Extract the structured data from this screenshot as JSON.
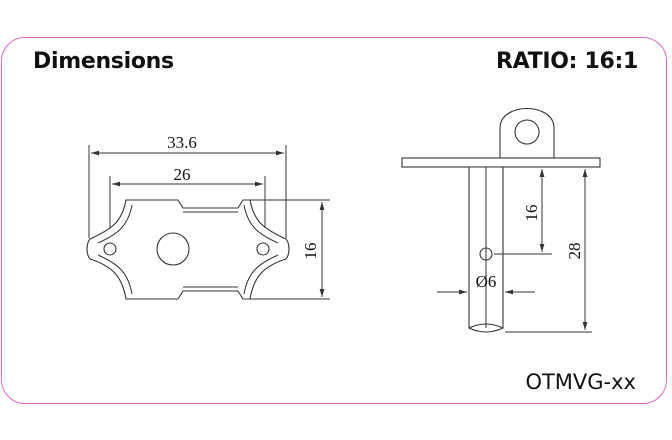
{
  "header": {
    "title": "Dimensions",
    "ratio": "RATIO: 16:1"
  },
  "footer": {
    "part_number": "OTMVG-xx"
  },
  "drawing": {
    "front_view": {
      "overall_width": "33.6",
      "inner_width": "26",
      "height": "16"
    },
    "side_view": {
      "pin_length": "16",
      "total_height": "28",
      "diameter": "Ø6"
    }
  },
  "colors": {
    "border": "#d96ac0",
    "line": "#333333"
  }
}
